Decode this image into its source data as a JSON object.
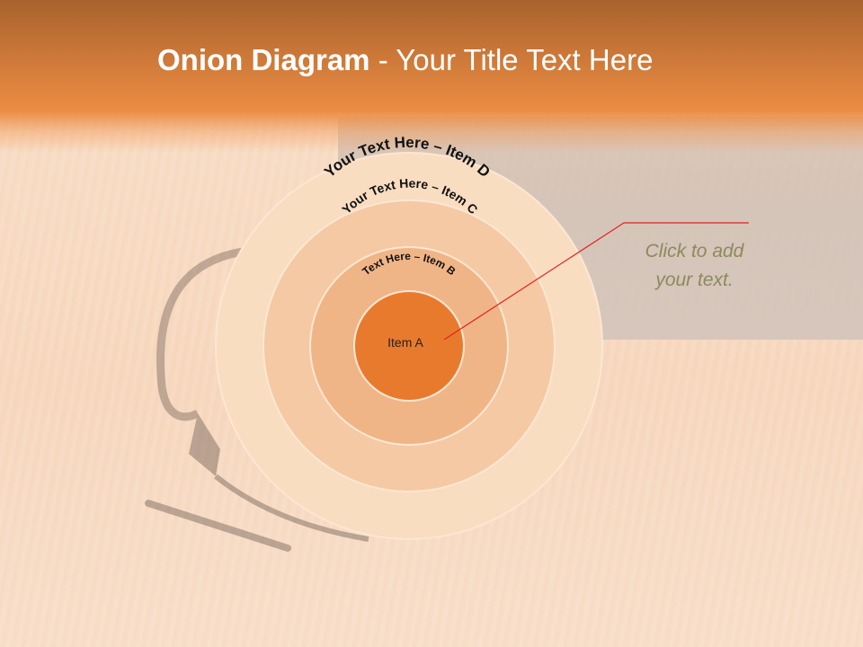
{
  "slide": {
    "title_bold": "Onion Diagram",
    "title_rest": " - Your Title Text Here"
  },
  "onion": {
    "layers": [
      {
        "label": "Your Text Here – Item D",
        "color": "#f9ddc1"
      },
      {
        "label": "Your Text Here – Item C",
        "color": "#f5c9a3"
      },
      {
        "label": "Text Here – Item B",
        "color": "#f0b587"
      },
      {
        "label": "Item A",
        "color": "#e87a2e"
      }
    ],
    "ring_stroke": "#fbe7d3"
  },
  "callout": {
    "line1": "Click  to add",
    "line2": "your text.",
    "line_color": "#e52222"
  },
  "colors": {
    "header_top": "#a9622e",
    "header_bottom": "#ea8c42",
    "callout_text": "#8c8a5c"
  }
}
